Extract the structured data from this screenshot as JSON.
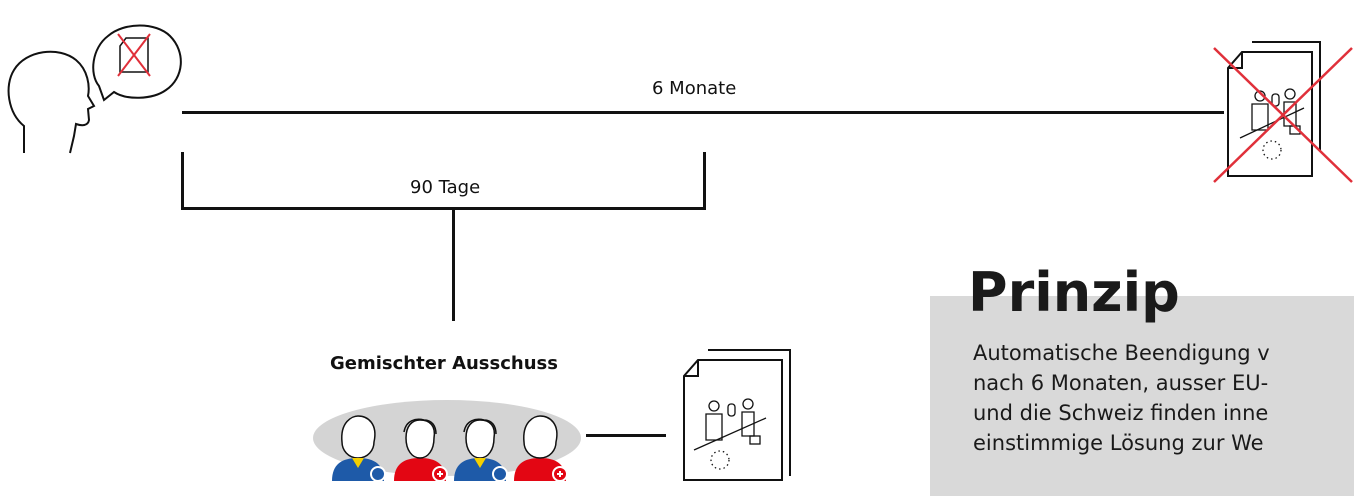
{
  "timeline": {
    "six_months_label": "6 Monate",
    "ninety_days_label": "90 Tage"
  },
  "committee": {
    "title": "Gemischter Ausschuss",
    "members": [
      {
        "icon": "female-eu-member-icon",
        "badge_color": "#1e5aa8"
      },
      {
        "icon": "male-ch-member-icon",
        "badge_color": "#e30613"
      },
      {
        "icon": "male-eu-member-icon",
        "badge_color": "#1e5aa8"
      },
      {
        "icon": "female-ch-member-icon",
        "badge_color": "#e30613"
      }
    ]
  },
  "principle": {
    "title": "Prinzip",
    "lines": [
      "Automatische Beendigung v",
      "nach 6 Monaten, ausser EU-",
      "und die Schweiz finden inne",
      "einstimmige Lösung zur We"
    ]
  },
  "colors": {
    "eu_blue": "#1e5aa8",
    "ch_red": "#e30613",
    "cross_red": "#e0303a",
    "principle_bg": "#d9d9d9",
    "committee_bg": "#d4d4d4"
  }
}
